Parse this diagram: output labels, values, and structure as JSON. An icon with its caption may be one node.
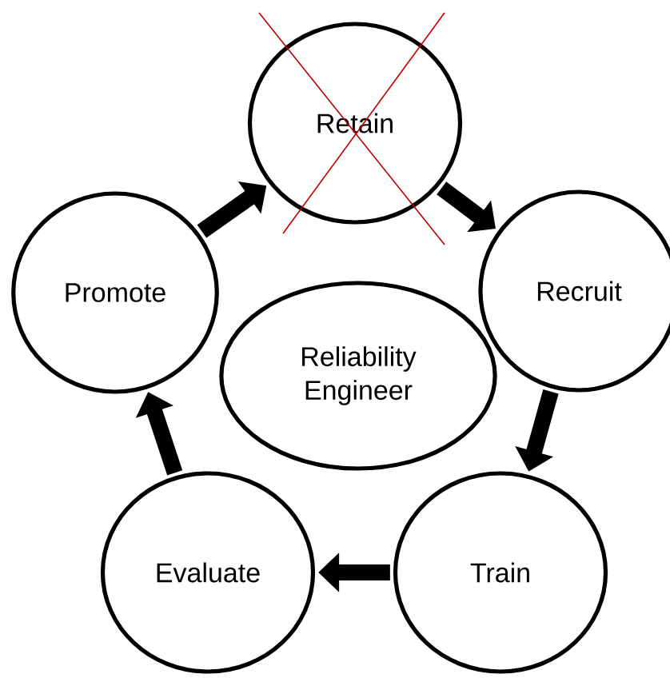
{
  "diagram": {
    "nodes": [
      {
        "text": [
          "Retain"
        ]
      },
      {
        "text": [
          "Recruit"
        ]
      },
      {
        "text": [
          "Train"
        ]
      },
      {
        "text": [
          "Evaluate"
        ]
      },
      {
        "text": [
          "Promote"
        ]
      },
      {
        "text": [
          "Reliability Engineer"
        ]
      }
    ],
    "edges": [
      {
        "from": 0,
        "to": 1,
        "arrow": "to"
      },
      {
        "from": 1,
        "to": 2,
        "arrow": "to"
      },
      {
        "from": 2,
        "to": 3,
        "arrow": "to"
      },
      {
        "from": 3,
        "to": 4,
        "arrow": "to"
      },
      {
        "from": 4,
        "to": 0,
        "arrow": "to"
      }
    ]
  }
}
